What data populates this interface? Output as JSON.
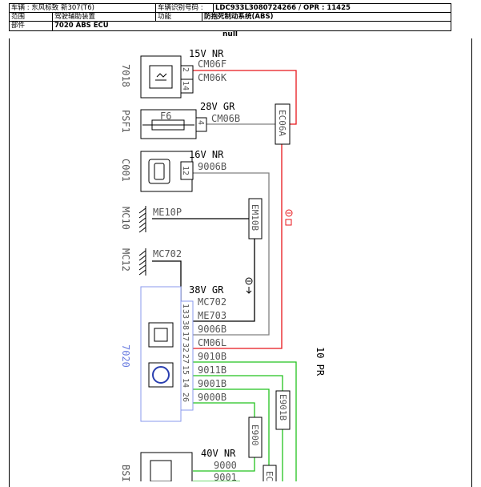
{
  "header": {
    "row1": {
      "vehicle": "车辆 : 东风标致 新307(T6)",
      "vin_label": "车辆识别号码 :",
      "vin_value": "LDC933L3080724266 / OPR : 11425"
    },
    "row2": {
      "scope_label": "范围",
      "scope_value": "驾驶辅助装置",
      "function_label": "功能",
      "function_value": "防抱死制动系统(ABS)"
    },
    "row3": {
      "part_label": "部件",
      "part_value": "7020 ABS ECU"
    }
  },
  "title": "null",
  "diagram": {
    "components": [
      {
        "id": "7018",
        "pins": [
          "2",
          "14"
        ]
      },
      {
        "id": "PSF1",
        "fuse": "F6",
        "pins": [
          "4"
        ]
      },
      {
        "id": "C001",
        "pins": [
          "12"
        ]
      },
      {
        "id": "MC10",
        "label": "ME10P"
      },
      {
        "id": "MC12",
        "label": "MC702"
      },
      {
        "id": "7020",
        "pins": [
          "1",
          "33",
          "38",
          "17",
          "32",
          "27",
          "15",
          "14",
          "26"
        ]
      },
      {
        "id": "BSI"
      }
    ],
    "connectors": [
      {
        "text": "15V  NR"
      },
      {
        "text": "28V  GR"
      },
      {
        "text": "16V  NR"
      },
      {
        "text": "38V  GR"
      },
      {
        "text": "40V  NR"
      }
    ],
    "wires": [
      "CM06F",
      "CM06K",
      "CM06B",
      "9006B",
      "MC702",
      "ME703",
      "9006B",
      "CM06L",
      "9010B",
      "9011B",
      "9001B",
      "9000B",
      "9000",
      "9001"
    ],
    "splices": [
      "EC06A",
      "EM10B",
      "E901B",
      "E900",
      "EC"
    ],
    "harness_label": "10  PR",
    "colors": {
      "red": "#e8161b",
      "green": "#22c21e",
      "gray": "#808080",
      "blue": "#8898ee",
      "black": "#000000"
    }
  }
}
